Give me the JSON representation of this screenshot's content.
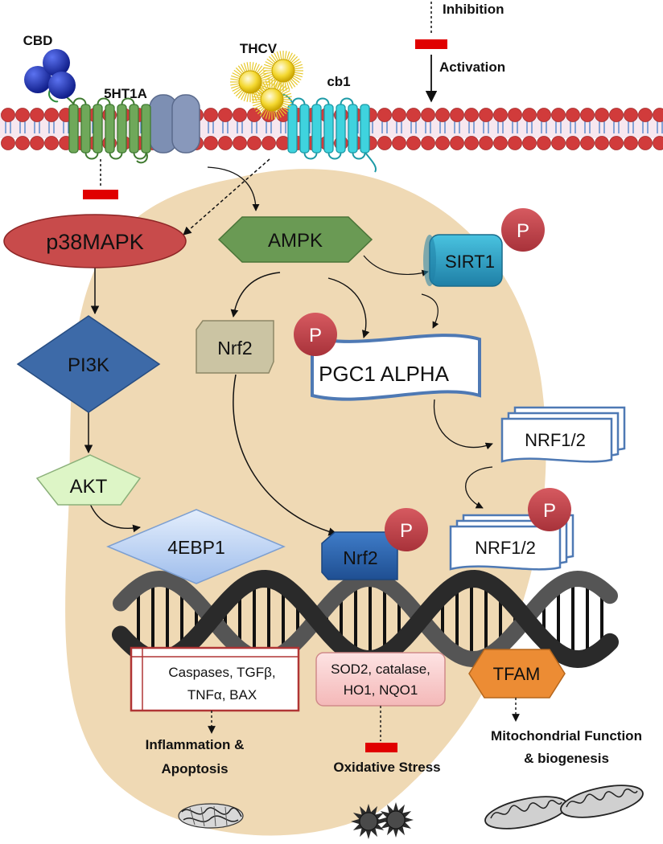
{
  "legend": {
    "inhibition": "Inhibition",
    "activation": "Activation"
  },
  "membrane": {
    "cbd": "CBD",
    "receptor_5ht1a": "5HT1A",
    "thcv": "THCV",
    "receptor_cb1": "cb1"
  },
  "nodes": {
    "p38mapk": "p38MAPK",
    "ampk": "AMPK",
    "sirt1": "SIRT1",
    "nrf2_top": "Nrf2",
    "pgc1": "PGC1 ALPHA",
    "pi3k": "PI3K",
    "akt": "AKT",
    "ebp1": "4EBP1",
    "nrf12_top": "NRF1/2",
    "nrf12_bottom": "NRF1/2",
    "nrf2_bottom": "Nrf2",
    "tfam": "TFAM",
    "phospho": "P"
  },
  "boxes": {
    "apoptosis_line1": "Caspases, TGFβ,",
    "apoptosis_line2": "TNFα, BAX",
    "antiox_line1": "SOD2, catalase,",
    "antiox_line2": "HO1,   NQO1"
  },
  "outcomes": {
    "inflammation_line1": "Inflammation &",
    "inflammation_line2": "Apoptosis",
    "oxidative": "Oxidative Stress",
    "mito_line1": "Mitochondrial Function",
    "mito_line2": "& biogenesis"
  },
  "colors": {
    "cell": "#efd9b4",
    "membrane_heads": "#d13b3b",
    "cbd": "#1f35b8",
    "thcv": "#f2d230",
    "receptor_5ht1a": "#6fa85a",
    "receptor_cb1": "#3fd3de",
    "channel": "#7d8fb3",
    "p38mapk": "#c84b4b",
    "ampk": "#6a9a54",
    "sirt1": "#2ea8c8",
    "nrf2_top": "#cbc4a3",
    "pi3k": "#3d6aa8",
    "akt": "#ddf5c6",
    "ebp1": "#bcd3f5",
    "nrf2_bottom": "#2f6ab5",
    "phospho": "#c23e45",
    "tfam": "#ec8c34",
    "inhibit": "#e00000",
    "dna": "#3a3a3a"
  }
}
